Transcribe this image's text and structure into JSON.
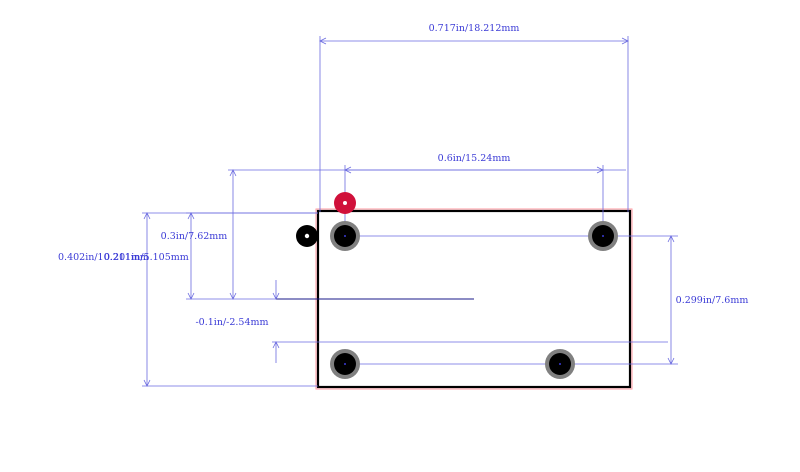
{
  "dimensions": {
    "width_overall": "0.717in/18.212mm",
    "pin_pitch_x": "0.6in/15.24mm",
    "pin_row_offset": "0.3in/7.62mm",
    "height_overall": "0.402in/10.211mm",
    "height_half": "0.201in/5.105mm",
    "offset_neg": "-0.1in/-2.54mm",
    "pin_pitch_y": "0.299in/7.6mm"
  },
  "colors": {
    "dimension": "#6a6ae0",
    "dimension_text": "#3b3bd6",
    "outline": "#000000",
    "courtyard": "#ff9aa2",
    "pad_ring": "#808080",
    "pad_hole": "#000000",
    "pin1_marker": "#d0103a",
    "origin_marker": "#000000"
  }
}
